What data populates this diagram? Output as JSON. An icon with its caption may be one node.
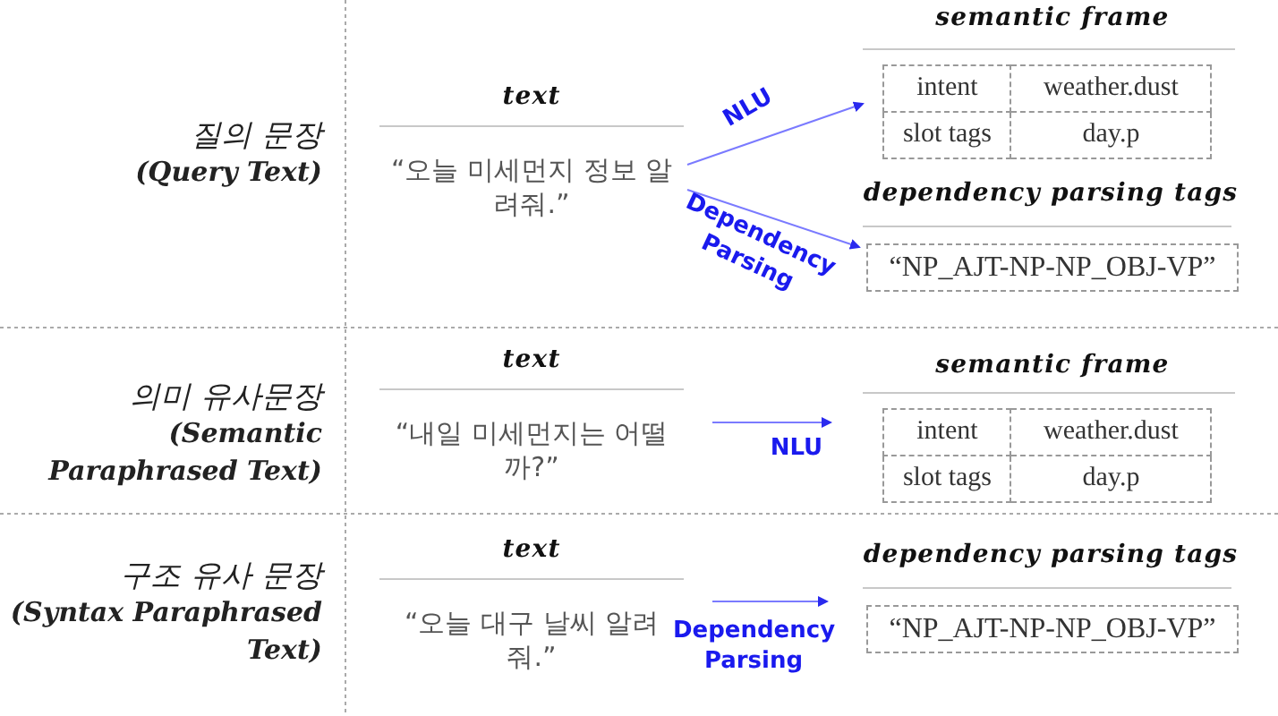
{
  "diagram": {
    "nodes": [
      {
        "text": [
          "text",
          "“오늘 미세먼지 정보 알려줘.”"
        ]
      },
      {
        "text": [
          "semantic frame",
          "intent",
          "weather.dust",
          "slot tags",
          "day.p"
        ]
      },
      {
        "text": [
          "dependency parsing tags",
          "“NP_AJT-NP-NP_OBJ-VP”"
        ]
      },
      {
        "text": [
          "text",
          "“내일 미세먼지는 어떨까?”"
        ]
      },
      {
        "text": [
          "semantic frame",
          "intent",
          "weather.dust",
          "slot tags",
          "day.p"
        ]
      },
      {
        "text": [
          "text",
          "“오늘 대구 날씨 알려줘.”"
        ]
      },
      {
        "text": [
          "dependency parsing tags",
          "“NP_AJT-NP-NP_OBJ-VP”"
        ]
      }
    ],
    "edges": [
      {
        "from": 0,
        "to": 1,
        "arrow": "to",
        "label": "NLU"
      },
      {
        "from": 0,
        "to": 2,
        "arrow": "to",
        "label": "Dependency Parsing"
      },
      {
        "from": 3,
        "to": 4,
        "arrow": "to",
        "label": "NLU"
      },
      {
        "from": 5,
        "to": 6,
        "arrow": "to",
        "label": "Dependency Parsing"
      }
    ],
    "labels": [
      "질의 문장",
      "(Query Text)",
      "의미 유사문장",
      "(Semantic Paraphrased Text)",
      "구조 유사 문장",
      "(Syntax Paraphrased Text)"
    ]
  }
}
